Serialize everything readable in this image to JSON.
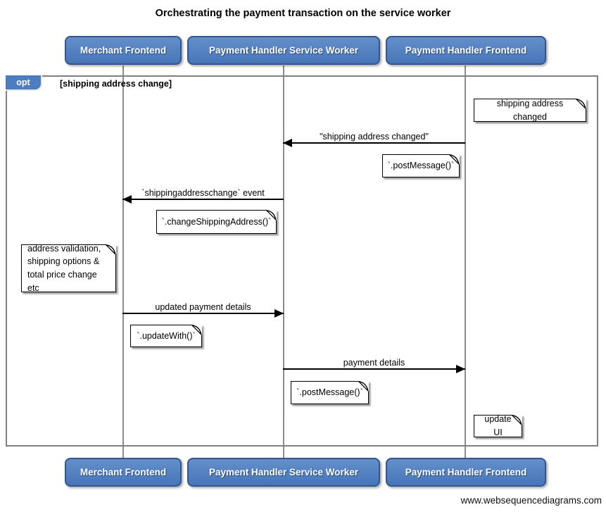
{
  "title": "Orchestrating the payment transaction on the service worker",
  "watermark": "www.websequencediagrams.com",
  "actors": [
    {
      "label": "Merchant Frontend"
    },
    {
      "label": "Payment Handler Service Worker"
    },
    {
      "label": "Payment Handler Frontend"
    }
  ],
  "fragment": {
    "operator": "opt",
    "condition": "[shipping address change]"
  },
  "messages": [
    {
      "label": "\"shipping address changed\"",
      "from": "Payment Handler Frontend",
      "to": "Payment Handler Service Worker",
      "direction": "left"
    },
    {
      "label": "`shippingaddresschange` event",
      "from": "Payment Handler Service Worker",
      "to": "Merchant Frontend",
      "direction": "left"
    },
    {
      "label": "updated payment details",
      "from": "Merchant Frontend",
      "to": "Payment Handler Service Worker",
      "direction": "right"
    },
    {
      "label": "payment details",
      "from": "Payment Handler Service Worker",
      "to": "Payment Handler Frontend",
      "direction": "right"
    }
  ],
  "notes": [
    {
      "text": "shipping address changed"
    },
    {
      "text": "`.postMessage()`"
    },
    {
      "text": "`.changeShippingAddress()`"
    },
    {
      "text": "address validation,\nshipping options &\ntotal price change etc"
    },
    {
      "text": "`.updateWith()`"
    },
    {
      "text": "`.postMessage()`"
    },
    {
      "text": "update UI"
    }
  ],
  "colors": {
    "actor_fill": "#4d7cc0",
    "actor_border": "#35568d",
    "frame_border": "#7f7f7f",
    "lifeline": "#8c8c8c",
    "note_bg": "#ffffff",
    "note_border": "#000000",
    "text": "#000000"
  }
}
